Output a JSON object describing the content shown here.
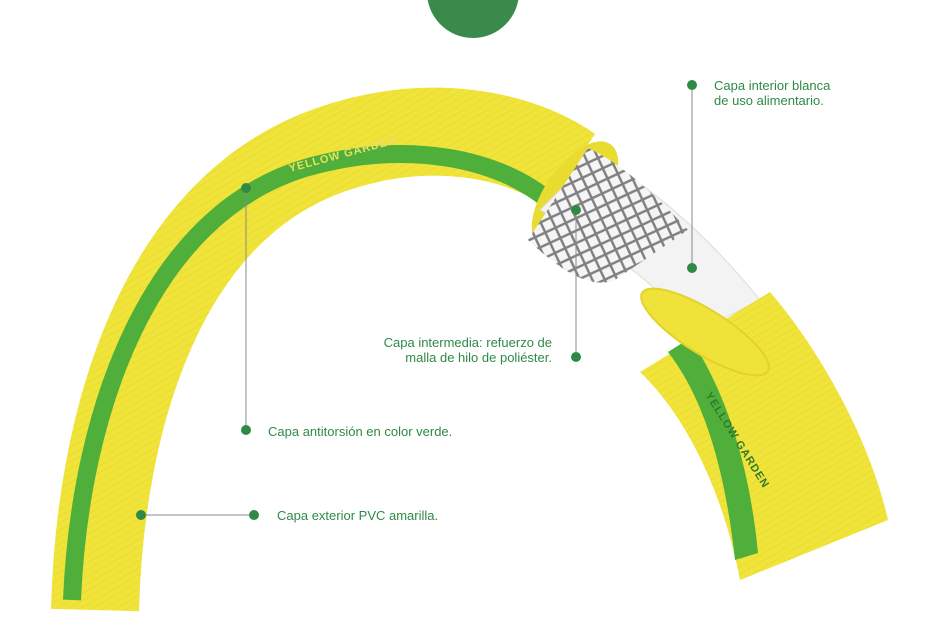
{
  "brand": {
    "name": "YELLOW GARDEN",
    "color_green": "#2f8a46",
    "color_yellow": "#f0e43a",
    "color_stripe": "#4faf3a"
  },
  "callouts": {
    "inner_layer": {
      "line1": "Capa interior blanca",
      "line2": "de uso alimentario."
    },
    "middle_layer": {
      "line1": "Capa intermedia: refuerzo de",
      "line2": "malla de hilo de poliéster."
    },
    "antitorsion_layer": {
      "text": "Capa antitorsión en color verde."
    },
    "outer_layer": {
      "text": "Capa exterior PVC amarilla."
    }
  }
}
